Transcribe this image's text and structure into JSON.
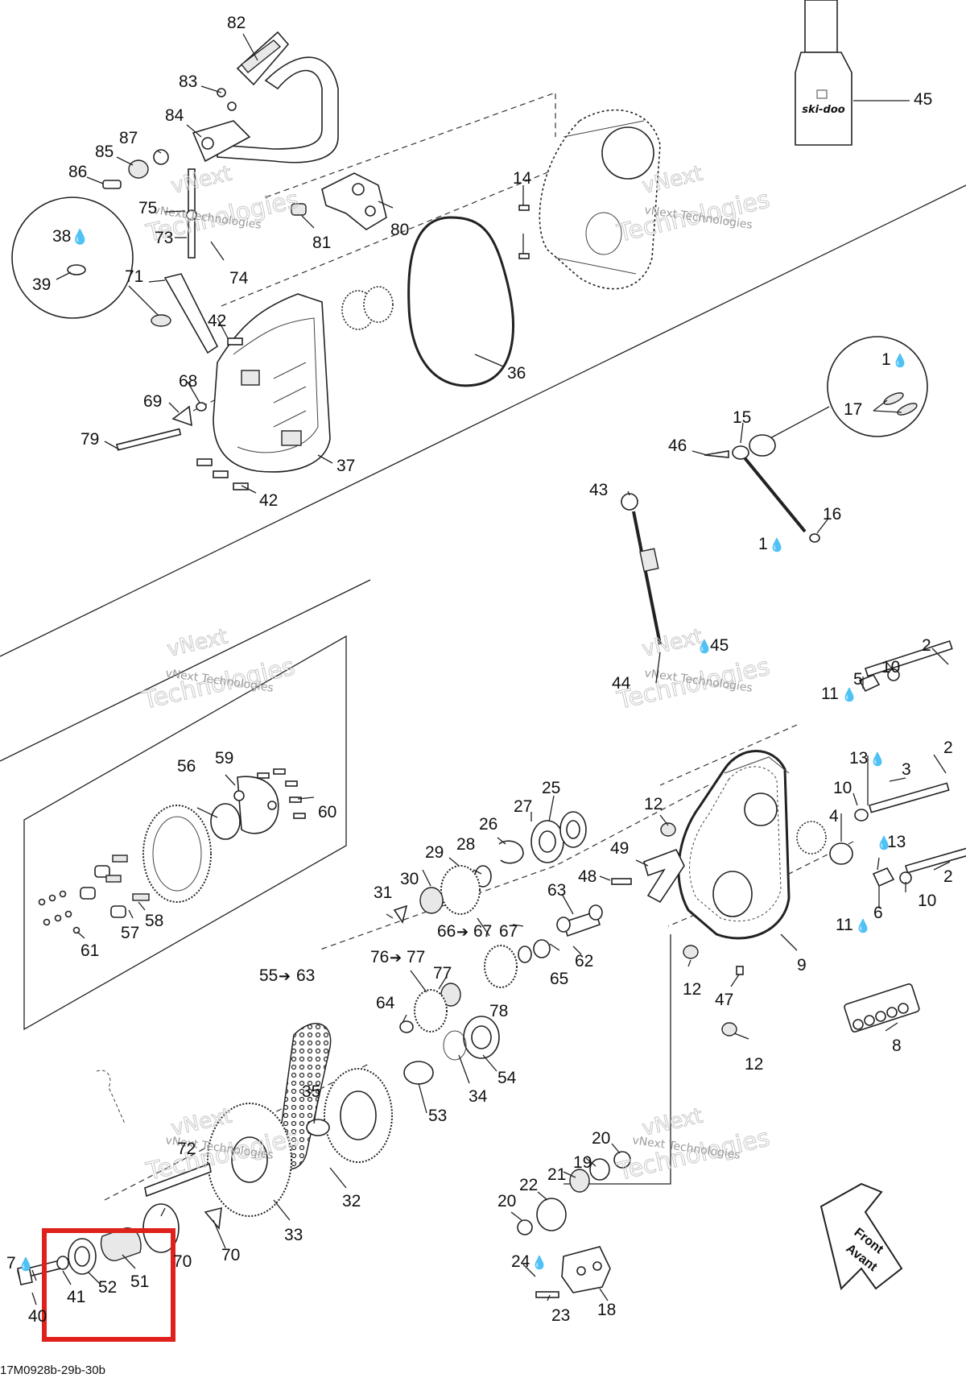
{
  "drawing_code": "17M0928b-29b-30b",
  "watermark": {
    "line1": "vNext",
    "line2": "Technologies",
    "small": "vNext Technologies"
  },
  "front_label": {
    "line1": "Front",
    "line2": "Avant"
  },
  "bottle_label": "ski-doo",
  "colors": {
    "highlight": "#e0201b",
    "line": "#222222",
    "watermark": "#c8c8c8"
  },
  "highlight_box": {
    "parts": [
      "41",
      "52",
      "51"
    ]
  },
  "callouts": {
    "c82": "82",
    "c83": "83",
    "c84": "84",
    "c87": "87",
    "c85": "85",
    "c86": "86",
    "c75": "75",
    "c73": "73",
    "c74": "74",
    "c71": "71",
    "c38": "38",
    "c39": "39",
    "c81": "81",
    "c80": "80",
    "c14": "14",
    "c45top": "45",
    "c36": "36",
    "c42a": "42",
    "c42b": "42",
    "c68": "68",
    "c69": "69",
    "c79": "79",
    "c37": "37",
    "c1a": "1",
    "c17": "17",
    "c15": "15",
    "c46": "46",
    "c16": "16",
    "c1b": "1",
    "c43": "43",
    "c45mid": "45",
    "c44": "44",
    "c2a": "2",
    "c10a": "10",
    "c5": "5",
    "c11a": "11",
    "c13a": "13",
    "c2b": "2",
    "c3": "3",
    "c10b": "10",
    "c4": "4",
    "c13b": "13",
    "c2c": "2",
    "c10c": "10",
    "c6": "6",
    "c11b": "11",
    "c9": "9",
    "c8": "8",
    "c12a": "12",
    "c12b": "12",
    "c12c": "12",
    "c47": "47",
    "c49": "49",
    "c48": "48",
    "c56": "56",
    "c59": "59",
    "c60": "60",
    "c57": "57",
    "c58": "58",
    "c61": "61",
    "c25": "25",
    "c27": "27",
    "c26": "26",
    "c29": "29",
    "c28": "28",
    "c30": "30",
    "c31": "31",
    "c63": "63",
    "c66": "66",
    "c67a": "67",
    "c67b": "67",
    "c62": "62",
    "c65": "65",
    "c76": "76",
    "c77a": "77",
    "c77b": "77",
    "c78": "78",
    "c64": "64",
    "c55": "55",
    "c63b": "63",
    "c54": "54",
    "c34": "34",
    "c53": "53",
    "c35": "35",
    "c32": "32",
    "c33": "33",
    "c72": "72",
    "c70a": "70",
    "c70b": "70",
    "c7": "7",
    "c40": "40",
    "c41": "41",
    "c52": "52",
    "c51": "51",
    "c20a": "20",
    "c19": "19",
    "c21": "21",
    "c22": "22",
    "c20b": "20",
    "c24": "24",
    "c23": "23",
    "c18": "18"
  }
}
